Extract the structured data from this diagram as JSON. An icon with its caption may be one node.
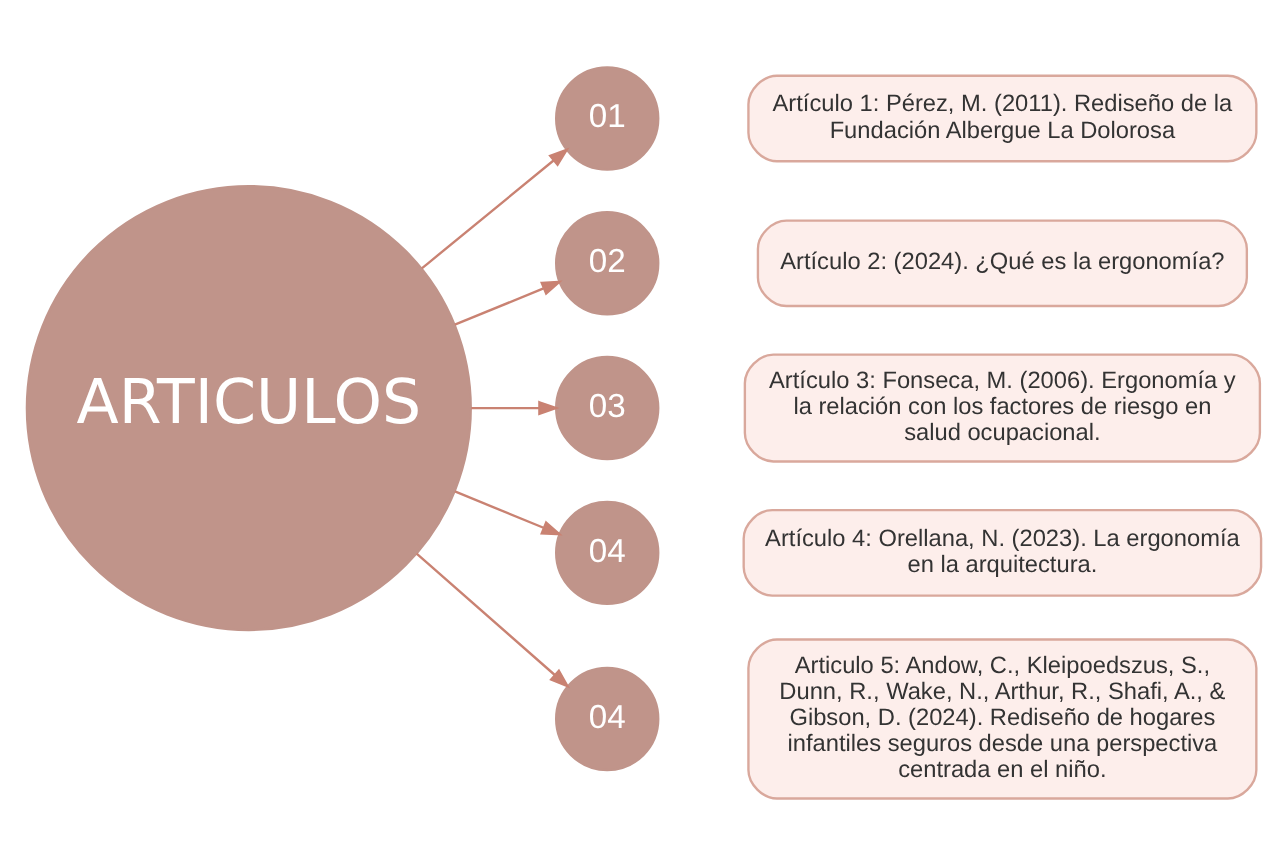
{
  "diagram": {
    "nodes": [
      {
        "text": [
          "ARTICULOS"
        ]
      },
      {
        "text": [
          "01"
        ]
      },
      {
        "text": [
          "Artículo 1: Pérez, M. (2011). Rediseño de la Fundación Albergue La Dolorosa"
        ]
      },
      {
        "text": [
          "02"
        ]
      },
      {
        "text": [
          "Artículo 2: (2024). ¿Qué es la ergonomía?"
        ]
      },
      {
        "text": [
          "03"
        ]
      },
      {
        "text": [
          "Artículo 3: Fonseca, M. (2006). Ergonomía y la relación con los factores de riesgo en salud ocupacional."
        ]
      },
      {
        "text": [
          "04"
        ]
      },
      {
        "text": [
          "Artículo 4: Orellana, N. (2023). La ergonomía en la arquitectura."
        ]
      },
      {
        "text": [
          "04"
        ]
      },
      {
        "text": [
          "Articulo 5: Andow, C., Kleipoedszus, S., Dunn, R., Wake, N., Arthur, R., Shafi, A., & Gibson, D. (2024). Rediseño de hogares infantiles seguros desde una perspectiva centrada en el niño."
        ]
      }
    ],
    "edges": [
      {
        "from": 0,
        "to": 1,
        "arrow": "to"
      },
      {
        "from": 0,
        "to": 3,
        "arrow": "to"
      },
      {
        "from": 0,
        "to": 5,
        "arrow": "to"
      },
      {
        "from": 0,
        "to": 7,
        "arrow": "to"
      },
      {
        "from": 0,
        "to": 9,
        "arrow": "to"
      }
    ]
  }
}
